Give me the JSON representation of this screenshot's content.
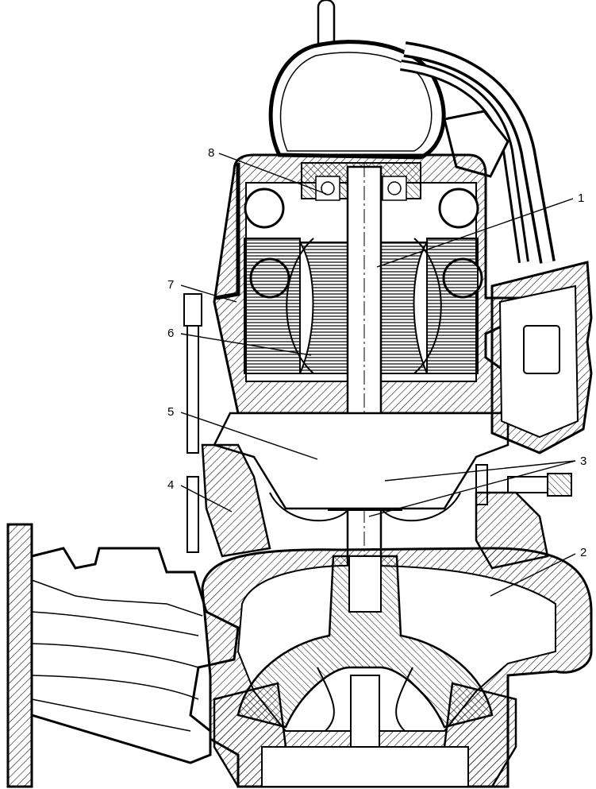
{
  "callouts": [
    {
      "id": "1",
      "label": "1"
    },
    {
      "id": "2",
      "label": "2"
    },
    {
      "id": "3",
      "label": "3"
    },
    {
      "id": "4",
      "label": "4"
    },
    {
      "id": "5",
      "label": "5"
    },
    {
      "id": "6",
      "label": "6"
    },
    {
      "id": "7",
      "label": "7"
    },
    {
      "id": "8",
      "label": "8"
    }
  ],
  "colors": {
    "ink": "#000000",
    "paper": "#ffffff",
    "hatch": "#000000"
  }
}
